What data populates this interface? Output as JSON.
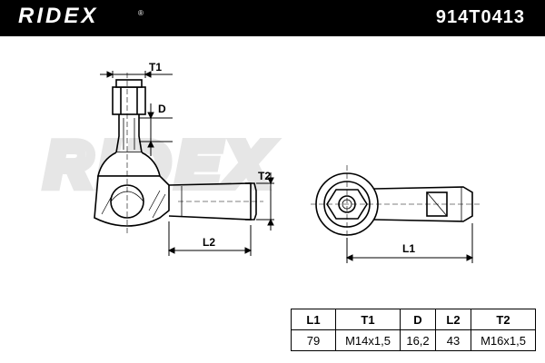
{
  "header": {
    "brand": "RIDEX",
    "brand_mark": "®",
    "part_number": "914T0413"
  },
  "watermark": "RIDEX",
  "dimensions": {
    "t1": "T1",
    "d": "D",
    "t2": "T2",
    "l2": "L2",
    "l1": "L1"
  },
  "table": {
    "headers": [
      "L1",
      "T1",
      "D",
      "L2",
      "T2"
    ],
    "values": [
      "79",
      "M14x1,5",
      "16,2",
      "43",
      "M16x1,5"
    ]
  }
}
